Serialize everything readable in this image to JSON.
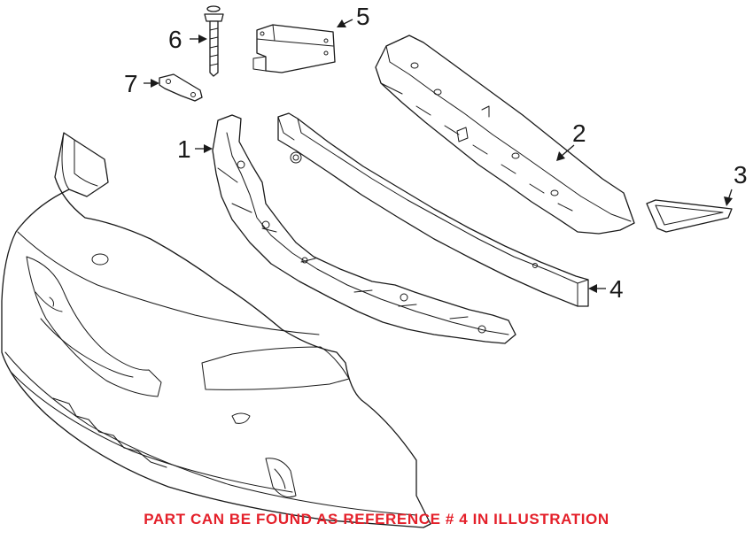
{
  "callouts": [
    "1",
    "2",
    "3",
    "4",
    "5",
    "6",
    "7"
  ],
  "note": "PART CAN BE FOUND AS REFERENCE # 4 IN ILLUSTRATION",
  "colors": {
    "note": "#e4202a",
    "lines": "#1a1a1a",
    "background": "#ffffff"
  }
}
